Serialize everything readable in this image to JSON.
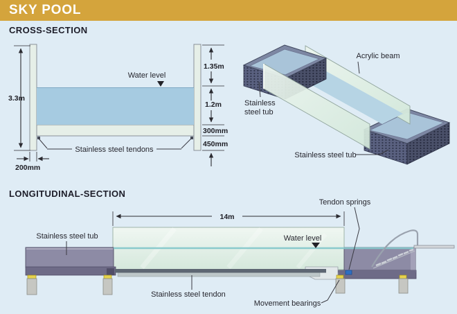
{
  "banner": {
    "title": "SKY POOL"
  },
  "colors": {
    "banner_gold": "#d4a43c",
    "background": "#dfecf5",
    "water": "#a6cbe1",
    "acrylic_beam": "#e0efe6",
    "water_line_teal": "#86c8cb",
    "tub_iso_dark": "#5a6180",
    "tub_grey": "#8d8ba5",
    "bearing_yellow": "#e6d24e",
    "spring_blue": "#2f6fc1"
  },
  "cross_section": {
    "heading": "CROSS-SECTION",
    "labels": {
      "water_level": "Water level",
      "tendons": "Stainless steel tendons"
    },
    "dimensions": {
      "total_height": "3.3m",
      "freeboard": "1.35m",
      "water_depth": "1.2m",
      "floor_thickness": "300mm",
      "under_depth": "450mm",
      "wall_width": "200mm"
    }
  },
  "isometric": {
    "labels": {
      "acrylic_beam": "Acrylic beam",
      "near_tub_line1": "Stainless",
      "near_tub_line2": "steel tub",
      "far_tub": "Stainless steel tub"
    }
  },
  "longitudinal_section": {
    "heading": "LONGITUDINAL-SECTION",
    "labels": {
      "tub": "Stainless steel tub",
      "water_level": "Water level",
      "tendon": "Stainless steel tendon",
      "springs": "Tendon springs",
      "bearings": "Movement bearings"
    },
    "dimensions": {
      "span": "14m"
    }
  }
}
